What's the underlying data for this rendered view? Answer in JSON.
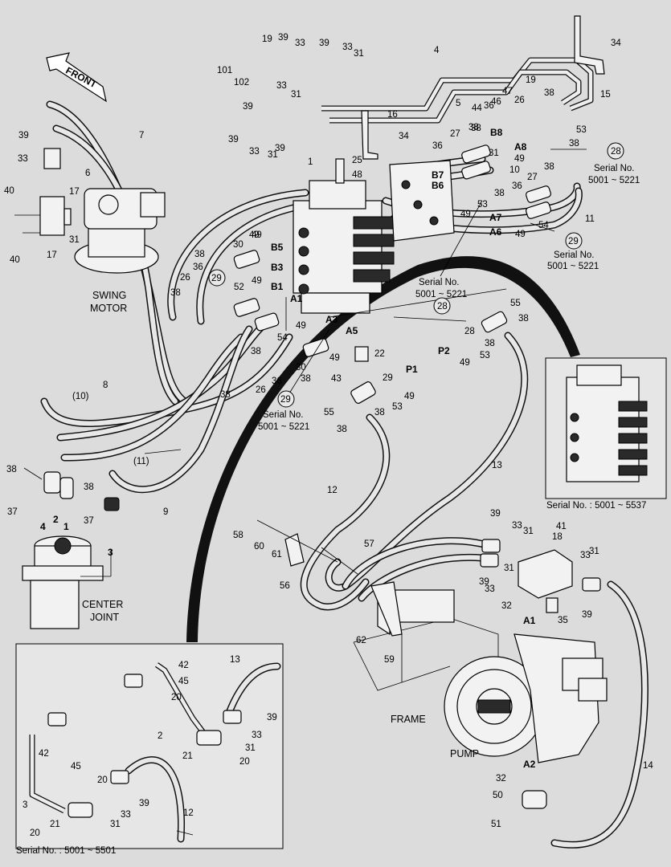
{
  "front_label": "FRONT",
  "captions": {
    "swing_motor_1": "SWING",
    "swing_motor_2": "MOTOR",
    "center_joint_1": "CENTER",
    "center_joint_2": "JOINT",
    "frame": "FRAME",
    "pump": "PUMP"
  },
  "serial_notes": {
    "s28_top": "28",
    "s28_top_1": "Serial No.",
    "s28_top_2": "5001 ~ 5221",
    "s29_right": "29",
    "s29_right_1": "Serial No.",
    "s29_right_2": "5001 ~ 5221",
    "s28_mid": "28",
    "s28_mid_1": "Serial No.",
    "s28_mid_2": "5001 ~ 5221",
    "s29_mid": "29",
    "s29_left": "29",
    "s29_left_1": "Serial No.",
    "s29_left_2": "5001 ~ 5221",
    "inset_right": "Serial No. : 5001 ~ 5537",
    "inset_left": "Serial No. : 5001 ~ 5501"
  },
  "port_labels": {
    "B8": "B8",
    "A8": "A8",
    "B7": "B7",
    "B6": "B6",
    "A7": "A7",
    "A6": "A6",
    "B5": "B5",
    "B3": "B3",
    "B1": "B1",
    "A1": "A1",
    "A3": "A3",
    "A5": "A5",
    "P1": "P1",
    "P2": "P2",
    "A1b": "A1",
    "A2": "A2",
    "cj4": "4",
    "cj2": "2",
    "cj1": "1",
    "cj3": "3"
  },
  "callouts": [
    {
      "id": "c1",
      "text": "1"
    },
    {
      "id": "c4",
      "text": "4"
    },
    {
      "id": "c5",
      "text": "5"
    },
    {
      "id": "c6",
      "text": "6"
    },
    {
      "id": "c7",
      "text": "7"
    },
    {
      "id": "c8",
      "text": "8"
    },
    {
      "id": "c9",
      "text": "9"
    },
    {
      "id": "c10",
      "text": "10"
    },
    {
      "id": "c11",
      "text": "11"
    },
    {
      "id": "c12",
      "text": "12"
    },
    {
      "id": "c13",
      "text": "13"
    },
    {
      "id": "c14",
      "text": "14"
    },
    {
      "id": "c15",
      "text": "15"
    },
    {
      "id": "c16",
      "text": "16"
    },
    {
      "id": "c17a",
      "text": "17"
    },
    {
      "id": "c17b",
      "text": "17"
    },
    {
      "id": "c18",
      "text": "18"
    },
    {
      "id": "c19a",
      "text": "19"
    },
    {
      "id": "c19b",
      "text": "19"
    },
    {
      "id": "c22",
      "text": "22"
    },
    {
      "id": "c25",
      "text": "25"
    },
    {
      "id": "c26a",
      "text": "26"
    },
    {
      "id": "c26b",
      "text": "26"
    },
    {
      "id": "c26c",
      "text": "26"
    },
    {
      "id": "c27a",
      "text": "27"
    },
    {
      "id": "c27b",
      "text": "27"
    },
    {
      "id": "c28",
      "text": "28"
    },
    {
      "id": "c29",
      "text": "29"
    },
    {
      "id": "c30a",
      "text": "30"
    },
    {
      "id": "c30b",
      "text": "30"
    },
    {
      "id": "c31a",
      "text": "31"
    },
    {
      "id": "c31b",
      "text": "31"
    },
    {
      "id": "c31c",
      "text": "31"
    },
    {
      "id": "c31d",
      "text": "31"
    },
    {
      "id": "c31e",
      "text": "31"
    },
    {
      "id": "c31f",
      "text": "31"
    },
    {
      "id": "c31g",
      "text": "31"
    },
    {
      "id": "c31h",
      "text": "31"
    },
    {
      "id": "c32a",
      "text": "32"
    },
    {
      "id": "c32b",
      "text": "32"
    },
    {
      "id": "c33a",
      "text": "33"
    },
    {
      "id": "c33b",
      "text": "33"
    },
    {
      "id": "c33c",
      "text": "33"
    },
    {
      "id": "c33d",
      "text": "33"
    },
    {
      "id": "c33e",
      "text": "33"
    },
    {
      "id": "c33f",
      "text": "33"
    },
    {
      "id": "c33g",
      "text": "33"
    },
    {
      "id": "c33h",
      "text": "33"
    },
    {
      "id": "c34a",
      "text": "34"
    },
    {
      "id": "c34b",
      "text": "34"
    },
    {
      "id": "c35",
      "text": "35"
    },
    {
      "id": "c36a",
      "text": "36"
    },
    {
      "id": "c36b",
      "text": "36"
    },
    {
      "id": "c36c",
      "text": "36"
    },
    {
      "id": "c36d",
      "text": "36"
    },
    {
      "id": "c36e",
      "text": "36"
    },
    {
      "id": "c37a",
      "text": "37"
    },
    {
      "id": "c37b",
      "text": "37"
    },
    {
      "id": "c38a",
      "text": "38"
    },
    {
      "id": "c38b",
      "text": "38"
    },
    {
      "id": "c38c",
      "text": "38"
    },
    {
      "id": "c38d",
      "text": "38"
    },
    {
      "id": "c38e",
      "text": "38"
    },
    {
      "id": "c38f",
      "text": "38"
    },
    {
      "id": "c38g",
      "text": "38"
    },
    {
      "id": "c38h",
      "text": "38"
    },
    {
      "id": "c38i",
      "text": "38"
    },
    {
      "id": "c38j",
      "text": "38"
    },
    {
      "id": "c38k",
      "text": "38"
    },
    {
      "id": "c38l",
      "text": "38"
    },
    {
      "id": "c38m",
      "text": "38"
    },
    {
      "id": "c38n",
      "text": "38"
    },
    {
      "id": "c38o",
      "text": "38"
    },
    {
      "id": "c38p",
      "text": "38"
    },
    {
      "id": "c38q",
      "text": "38"
    },
    {
      "id": "c39a",
      "text": "39"
    },
    {
      "id": "c39b",
      "text": "39"
    },
    {
      "id": "c39c",
      "text": "39"
    },
    {
      "id": "c39d",
      "text": "39"
    },
    {
      "id": "c39e",
      "text": "39"
    },
    {
      "id": "c39f",
      "text": "39"
    },
    {
      "id": "c39g",
      "text": "39"
    },
    {
      "id": "c39h",
      "text": "39"
    },
    {
      "id": "c39i",
      "text": "39"
    },
    {
      "id": "c40a",
      "text": "40"
    },
    {
      "id": "c40b",
      "text": "40"
    },
    {
      "id": "c41",
      "text": "41"
    },
    {
      "id": "c42a",
      "text": "42"
    },
    {
      "id": "c42b",
      "text": "42"
    },
    {
      "id": "c43",
      "text": "43"
    },
    {
      "id": "c44",
      "text": "44"
    },
    {
      "id": "c45a",
      "text": "45"
    },
    {
      "id": "c45b",
      "text": "45"
    },
    {
      "id": "c46",
      "text": "46"
    },
    {
      "id": "c47",
      "text": "47"
    },
    {
      "id": "c48",
      "text": "48"
    },
    {
      "id": "c49a",
      "text": "49"
    },
    {
      "id": "c49b",
      "text": "49"
    },
    {
      "id": "c49c",
      "text": "49"
    },
    {
      "id": "c49d",
      "text": "49"
    },
    {
      "id": "c49e",
      "text": "49"
    },
    {
      "id": "c49f",
      "text": "49"
    },
    {
      "id": "c49g",
      "text": "49"
    },
    {
      "id": "c49h",
      "text": "49"
    },
    {
      "id": "c49i",
      "text": "49"
    },
    {
      "id": "c49j",
      "text": "49"
    },
    {
      "id": "c50",
      "text": "50"
    },
    {
      "id": "c51",
      "text": "51"
    },
    {
      "id": "c52",
      "text": "52"
    },
    {
      "id": "c53a",
      "text": "53"
    },
    {
      "id": "c53b",
      "text": "53"
    },
    {
      "id": "c53c",
      "text": "53"
    },
    {
      "id": "c53d",
      "text": "53"
    },
    {
      "id": "c54a",
      "text": "54"
    },
    {
      "id": "c54b",
      "text": "54"
    },
    {
      "id": "c55a",
      "text": "55"
    },
    {
      "id": "c55b",
      "text": "55"
    },
    {
      "id": "c56",
      "text": "56"
    },
    {
      "id": "c57",
      "text": "57"
    },
    {
      "id": "c58",
      "text": "58"
    },
    {
      "id": "c59",
      "text": "59"
    },
    {
      "id": "c60",
      "text": "60"
    },
    {
      "id": "c61",
      "text": "61"
    },
    {
      "id": "c62",
      "text": "62"
    },
    {
      "id": "c101",
      "text": "101"
    },
    {
      "id": "c102",
      "text": "102"
    },
    {
      "id": "c10p",
      "text": "(10)"
    },
    {
      "id": "c11p",
      "text": "(11)"
    },
    {
      "id": "i13",
      "text": "13"
    },
    {
      "id": "i2a",
      "text": "2"
    },
    {
      "id": "i20a",
      "text": "20"
    },
    {
      "id": "i20b",
      "text": "20"
    },
    {
      "id": "i21a",
      "text": "21"
    },
    {
      "id": "i31a",
      "text": "31"
    },
    {
      "id": "i33a",
      "text": "33"
    },
    {
      "id": "i39a",
      "text": "39"
    },
    {
      "id": "i3",
      "text": "3"
    },
    {
      "id": "i20c",
      "text": "20"
    },
    {
      "id": "i20d",
      "text": "20"
    },
    {
      "id": "i21b",
      "text": "21"
    },
    {
      "id": "i31b",
      "text": "31"
    },
    {
      "id": "i33b",
      "text": "33"
    },
    {
      "id": "i39b",
      "text": "39"
    },
    {
      "id": "i12",
      "text": "12"
    }
  ]
}
